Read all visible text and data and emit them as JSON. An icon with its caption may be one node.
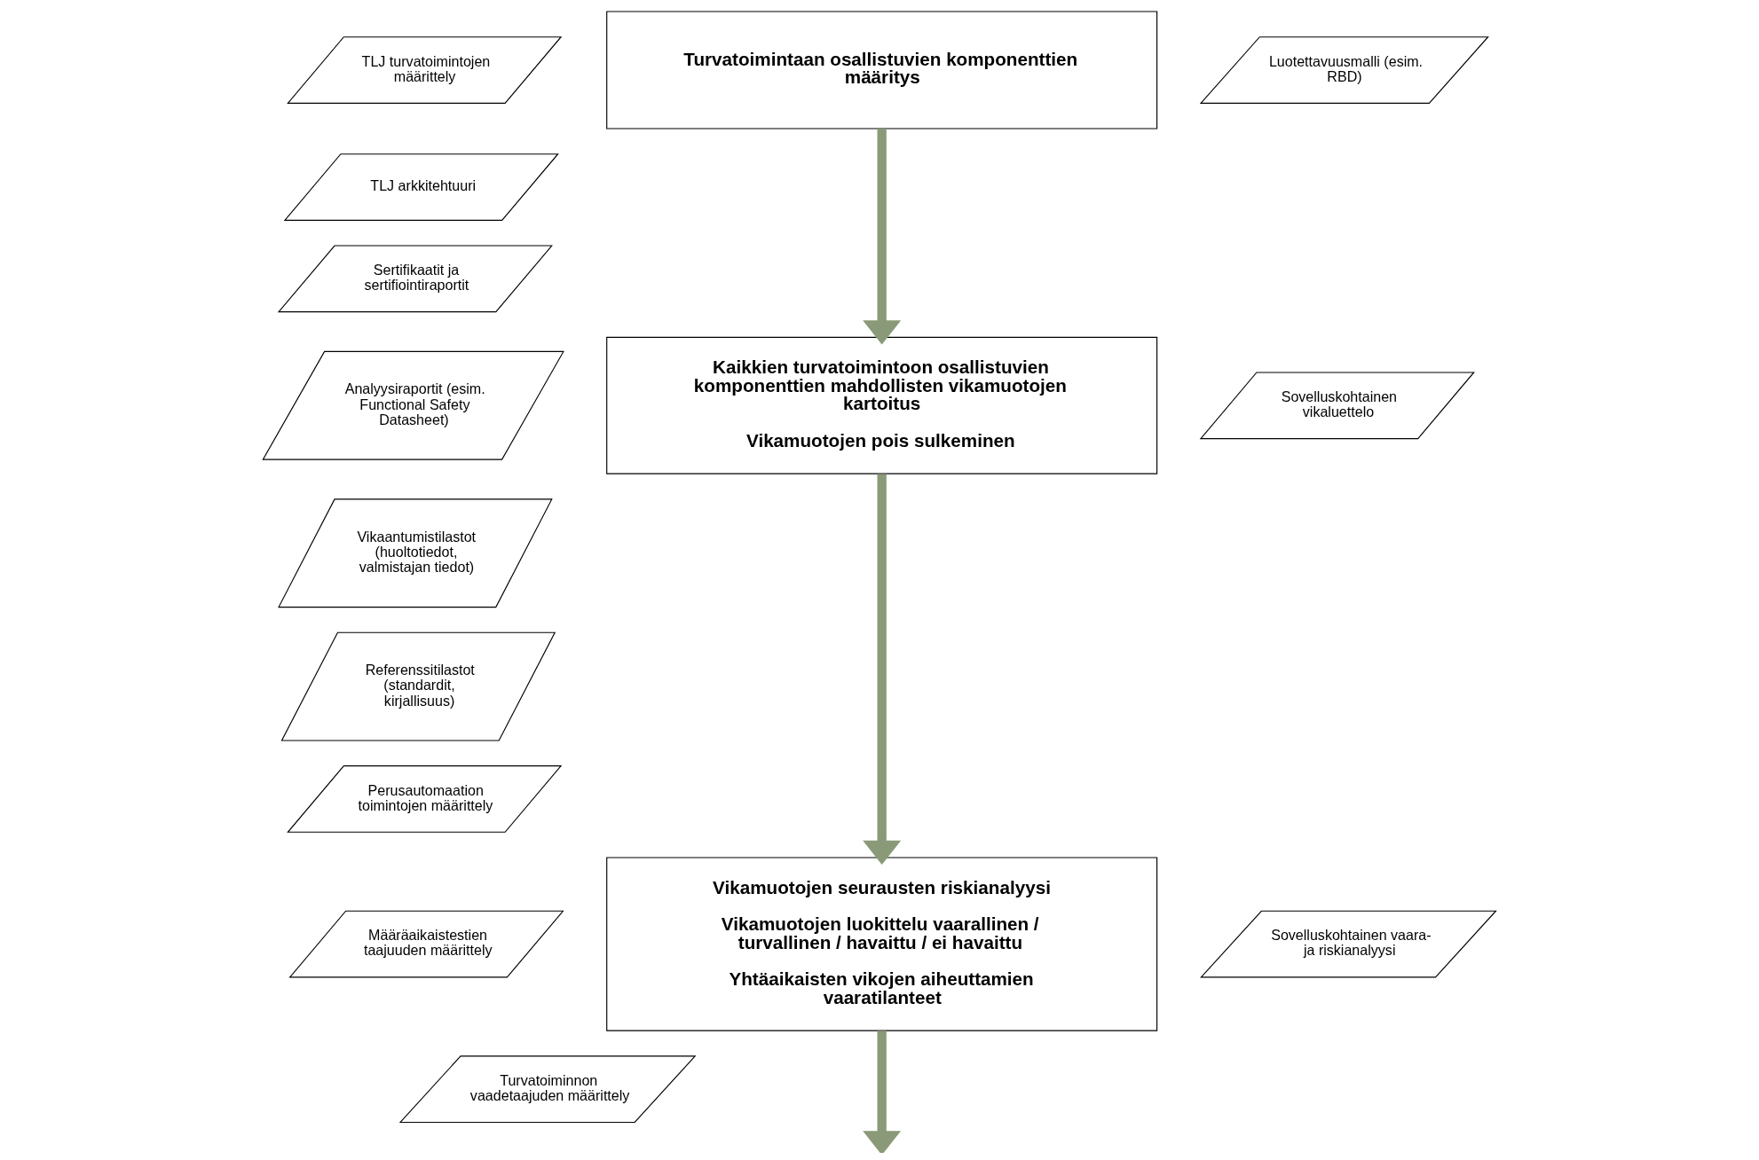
{
  "diagram": {
    "nodes": [
      {
        "text": [
          "TLJ turvatoimintojen määrittely"
        ]
      },
      {
        "text": [
          "TLJ arkkitehtuuri"
        ]
      },
      {
        "text": [
          "Turvatoimintaan osallistuvien komponenttien määritys"
        ]
      },
      {
        "text": [
          "Luotettavuusmalli (esim. RBD)"
        ]
      },
      {
        "text": [
          "Sertifikaatit ja sertifiointiraportit"
        ]
      },
      {
        "text": [
          "Analyysiraportit (esim. Functional Safety Datasheet)"
        ]
      },
      {
        "text": [
          "Vikaantumistilastot (huoltotiedot, valmistajan tiedot)"
        ]
      },
      {
        "text": [
          "Referenssitilastot (standardit, kirjallisuus)"
        ]
      },
      {
        "text": [
          "Kaikkien turvatoimintoon osallistuvien komponenttien mahdollisten vikamuotojen kartoitus",
          "Vikamuotojen pois sulkeminen"
        ]
      },
      {
        "text": [
          "Sovelluskohtainen vikaluettelo"
        ]
      },
      {
        "text": [
          "Perusautomaation toimintojen määrittely"
        ]
      },
      {
        "text": [
          "Määräaikaistestien taajuuden määrittely"
        ]
      },
      {
        "text": [
          "Turvatoiminnon vaadetaajuden määrittely"
        ]
      },
      {
        "text": [
          "Vikamuotojen seurausten riskianalyysi",
          "Vikamuotojen luokittelu vaarallinen / turvallinen / havaittu / ei havaittu",
          "Yhtäaikaisten vikojen aiheuttamien vaaratilanteet"
        ]
      },
      {
        "text": [
          "Sovelluskohtainen vaara- ja riskianalyysi"
        ]
      }
    ],
    "edges": [
      {
        "from": 2,
        "to": 8,
        "arrow": "to"
      },
      {
        "from": 8,
        "to": 13,
        "arrow": "to"
      },
      {
        "from": 13,
        "to": null,
        "arrow": "to"
      }
    ]
  }
}
